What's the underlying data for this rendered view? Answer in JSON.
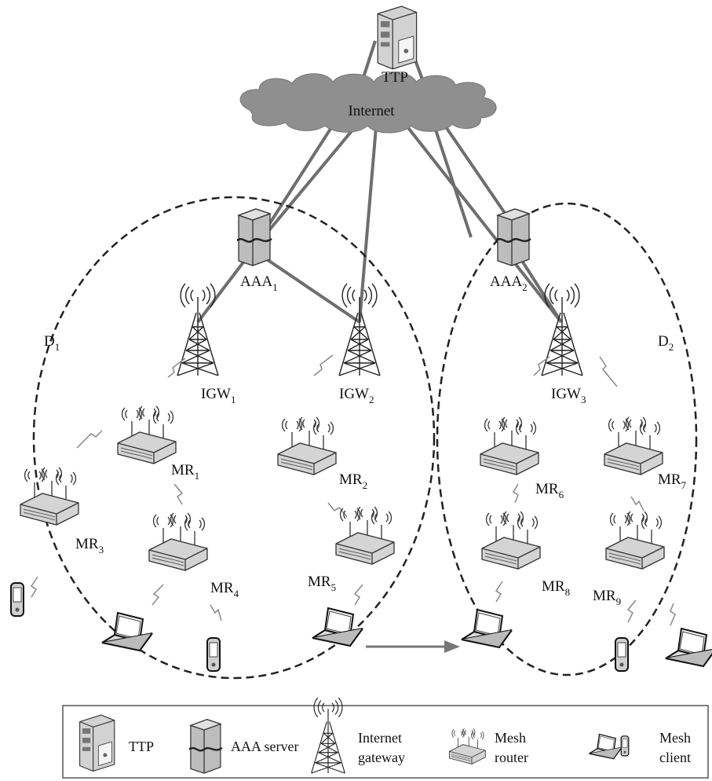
{
  "diagram": {
    "nodes": {
      "ttp": "TTP",
      "internet": "Internet",
      "aaa1": {
        "base": "AAA",
        "sub": "1"
      },
      "aaa2": {
        "base": "AAA",
        "sub": "2"
      },
      "igw1": {
        "base": "IGW",
        "sub": "1"
      },
      "igw2": {
        "base": "IGW",
        "sub": "2"
      },
      "igw3": {
        "base": "IGW",
        "sub": "3"
      },
      "mr1": {
        "base": "MR",
        "sub": "1"
      },
      "mr2": {
        "base": "MR",
        "sub": "2"
      },
      "mr3": {
        "base": "MR",
        "sub": "3"
      },
      "mr4": {
        "base": "MR",
        "sub": "4"
      },
      "mr5": {
        "base": "MR",
        "sub": "5"
      },
      "mr6": {
        "base": "MR",
        "sub": "6"
      },
      "mr7": {
        "base": "MR",
        "sub": "7"
      },
      "mr8": {
        "base": "MR",
        "sub": "8"
      },
      "mr9": {
        "base": "MR",
        "sub": "9"
      }
    },
    "domains": {
      "d1": {
        "base": "D",
        "sub": "1"
      },
      "d2": {
        "base": "D",
        "sub": "2"
      }
    }
  },
  "legend": {
    "ttp": "TTP",
    "aaa_server": "AAA server",
    "internet_gateway_line1": "Internet",
    "internet_gateway_line2": "gateway",
    "mesh_router_line1": "Mesh",
    "mesh_router_line2": "router",
    "mesh_client_line1": "Mesh",
    "mesh_client_line2": "client"
  },
  "colors": {
    "link": "#6e6e6e",
    "cloud": "#8f8f8f",
    "device": "#c9c9c9",
    "dashed": "#222222"
  }
}
